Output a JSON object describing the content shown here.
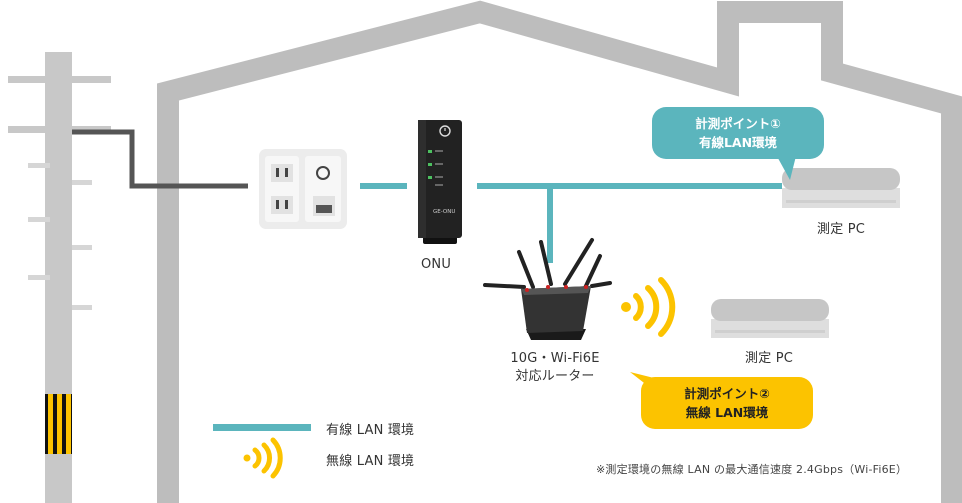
{
  "devices": {
    "onu": {
      "name": "ONU",
      "plate": "GE-ONU"
    },
    "router": {
      "name_line1": "10G・Wi-Fi6E",
      "name_line2": "対応ルーター"
    },
    "pc_wired": {
      "name": "測定 PC"
    },
    "pc_wireless": {
      "name": "測定 PC"
    }
  },
  "callouts": {
    "wired": {
      "line1": "計測ポイント①",
      "line2": "有線LAN環境"
    },
    "wireless": {
      "line1": "計測ポイント②",
      "line2": "無線 LAN環境"
    }
  },
  "legend": {
    "wired_label": "有線 LAN 環境",
    "wireless_label": "無線 LAN 環境"
  },
  "footnote": "※測定環境の無線 LAN の最大通信速度 2.4Gbps（Wi-Fi6E）",
  "colors": {
    "house_outline": "#bdbdbd",
    "lan_line": "#5bb5bd",
    "wifi_waves": "#fcc300",
    "pole": "#c8c8c8",
    "cable": "#555555",
    "device_dark": "#222222"
  }
}
